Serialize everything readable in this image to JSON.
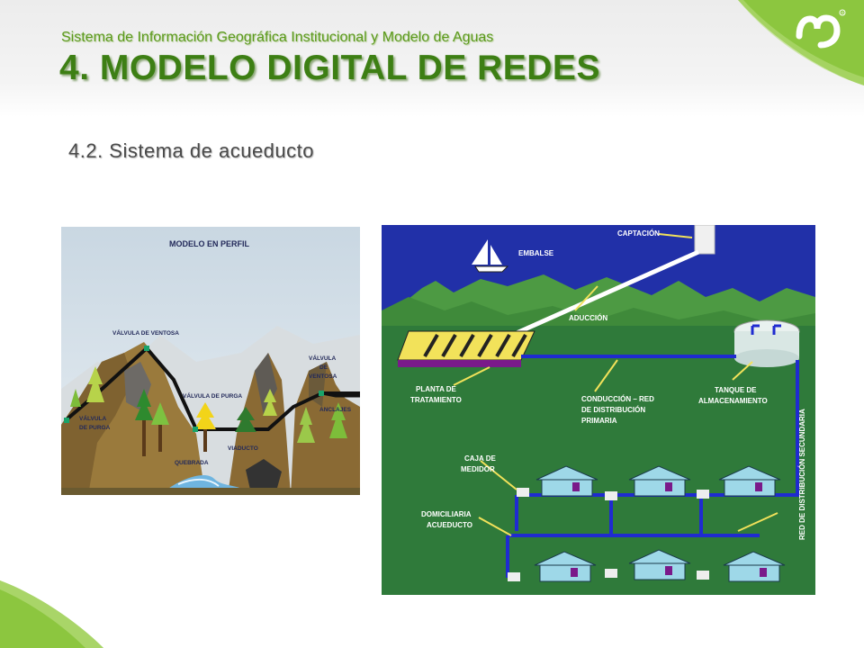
{
  "header": {
    "subtitle": "Sistema de Información Geográfica Institucional y Modelo de Aguas",
    "title": "4. MODELO DIGITAL DE REDES"
  },
  "section_title": "4.2. Sistema de acueducto",
  "colors": {
    "brand_green": "#3d7f14",
    "subtitle_green": "#5b9a1c",
    "corner_green": "#8cc63f",
    "diagram_ground": "#2f7a3a",
    "diagram_sky": "#2130a8",
    "pipe_blue": "#1f2bd0"
  },
  "profile_figure": {
    "title": "MODELO EN PERFIL",
    "labels": {
      "ventosa_top": "VÁLVULA DE VENTOSA",
      "ventosa_right_1": "VÁLVULA",
      "ventosa_right_2": "DE",
      "ventosa_right_3": "VENTOSA",
      "purga_mid": "VÁLVULA DE PURGA",
      "purga_left_1": "VÁLVULA",
      "purga_left_2": "DE PURGA",
      "anclajes": "ANCLAJES",
      "viaducto": "VIADUCTO",
      "quebrada": "QUEBRADA"
    }
  },
  "network_figure": {
    "labels": {
      "captacion": "CAPTACIÓN",
      "embalse": "EMBALSE",
      "aduccion": "ADUCCIÓN",
      "planta_1": "PLANTA DE",
      "planta_2": "TRATAMIENTO",
      "conduccion_1": "CONDUCCIÓN – RED",
      "conduccion_2": "DE DISTRIBUCIÓN",
      "conduccion_3": "PRIMARIA",
      "tanque_1": "TANQUE DE",
      "tanque_2": "ALMACENAMIENTO",
      "caja_1": "CAJA DE",
      "caja_2": "MEDIDOR",
      "domiciliaria_1": "DOMICILIARIA",
      "domiciliaria_2": "ACUEDUCTO",
      "red_secundaria": "RED DE DISTRIBUCIÓN SECUNDARIA"
    }
  },
  "icons": [
    "brand-logo-icon",
    "sailboat-icon",
    "house-icon",
    "tree-icon",
    "tank-icon"
  ]
}
